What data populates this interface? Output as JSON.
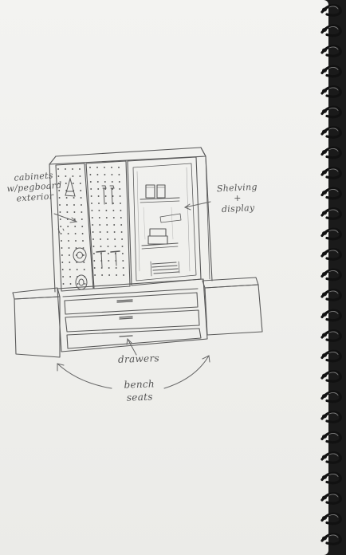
{
  "labels": {
    "cabinets": [
      "cabinets",
      "w/pegboard",
      "exterior"
    ],
    "shelving": [
      "Shelving",
      "+",
      "display"
    ],
    "drawers": "drawers",
    "bench": [
      "bench",
      "seats"
    ]
  },
  "colors": {
    "ink": "#5a5a5a",
    "paper": "#f1f1ee",
    "background": "#1a1a1a",
    "spiral": "#1b1b1b"
  },
  "icons": [
    "spiral-binding-icon",
    "hammer-icon",
    "wrench-icon",
    "tape-roll-icon",
    "books-icon"
  ]
}
